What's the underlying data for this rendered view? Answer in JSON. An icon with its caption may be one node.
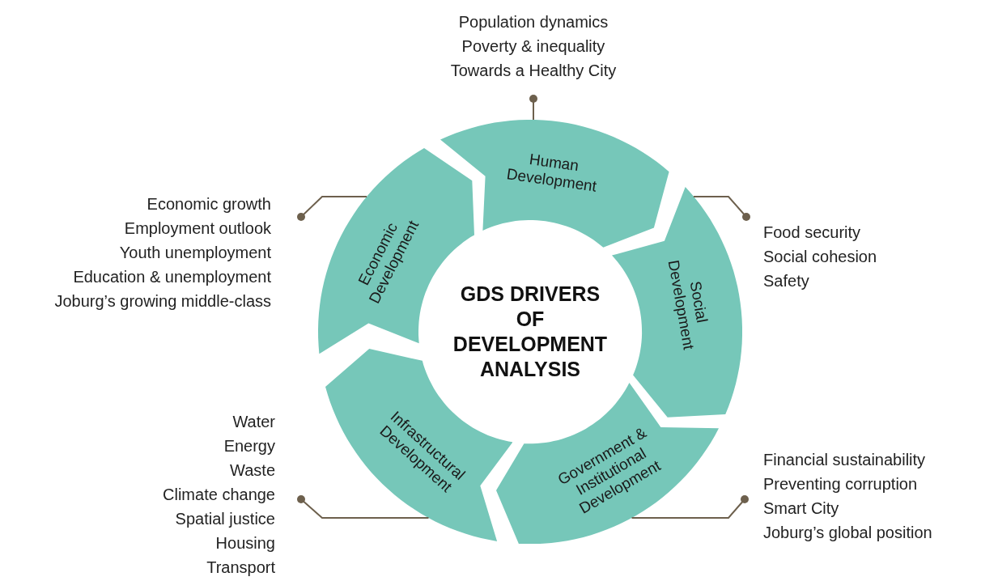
{
  "diagram": {
    "nodes": [
      {
        "text": [
          "GDS DRIVERS OF DEVELOPMENT ANALYSIS"
        ]
      },
      {
        "text": [
          "Human Development"
        ]
      },
      {
        "text": [
          "Social Development"
        ]
      },
      {
        "text": [
          "Government & Institutional Development"
        ]
      },
      {
        "text": [
          "Infrastructural Development"
        ]
      },
      {
        "text": [
          "Economic Development"
        ]
      },
      {
        "text": [
          "Population dynamics",
          "Poverty & inequality",
          "Towards a Healthy City"
        ]
      },
      {
        "text": [
          "Economic growth",
          "Employment outlook",
          "Youth unemployment",
          "Education & unemployment",
          "Joburg’s growing middle-class"
        ]
      },
      {
        "text": [
          "Food security",
          "Social cohesion",
          "Safety"
        ]
      },
      {
        "text": [
          "Financial sustainability",
          "Preventing corruption",
          "Smart City",
          "Joburg’s global position"
        ]
      },
      {
        "text": [
          "Water",
          "Energy",
          "Waste",
          "Climate change",
          "Spatial justice",
          "Housing",
          "Transport"
        ]
      }
    ],
    "edges": [
      {
        "from": 6,
        "to": 1,
        "arrow": "other"
      },
      {
        "from": 7,
        "to": 5,
        "arrow": "other"
      },
      {
        "from": 8,
        "to": 2,
        "arrow": "other"
      },
      {
        "from": 9,
        "to": 3,
        "arrow": "other"
      },
      {
        "from": 10,
        "to": 4,
        "arrow": "other"
      }
    ]
  }
}
